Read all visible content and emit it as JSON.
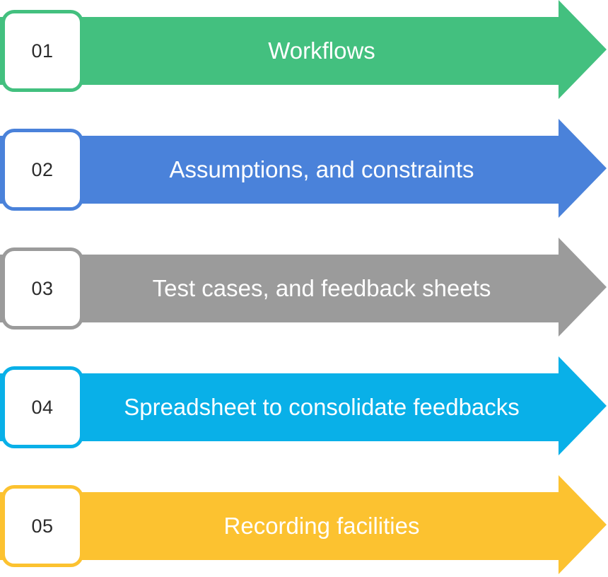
{
  "diagram": {
    "type": "numbered-arrow-list",
    "orientation": "horizontal",
    "background_color": "#ffffff",
    "step_count": 5,
    "steps": [
      {
        "number": "01",
        "label": "Workflows",
        "color": "#43c07f",
        "color_name": "green",
        "label_color": "#ffffff",
        "number_color": "#2b2b2b",
        "badge_fill": "#ffffff"
      },
      {
        "number": "02",
        "label": "Assumptions, and constraints",
        "color": "#4a82da",
        "color_name": "blue",
        "label_color": "#ffffff",
        "number_color": "#2b2b2b",
        "badge_fill": "#ffffff"
      },
      {
        "number": "03",
        "label": "Test cases, and feedback sheets",
        "color": "#9b9b9b",
        "color_name": "gray",
        "label_color": "#ffffff",
        "number_color": "#2b2b2b",
        "badge_fill": "#ffffff"
      },
      {
        "number": "04",
        "label": "Spreadsheet to consolidate feedbacks",
        "color": "#09b0e8",
        "color_name": "cyan",
        "label_color": "#ffffff",
        "number_color": "#2b2b2b",
        "badge_fill": "#ffffff"
      },
      {
        "number": "05",
        "label": "Recording facilities",
        "color": "#fcc230",
        "color_name": "amber",
        "label_color": "#ffffff",
        "number_color": "#2b2b2b",
        "badge_fill": "#ffffff"
      }
    ]
  }
}
